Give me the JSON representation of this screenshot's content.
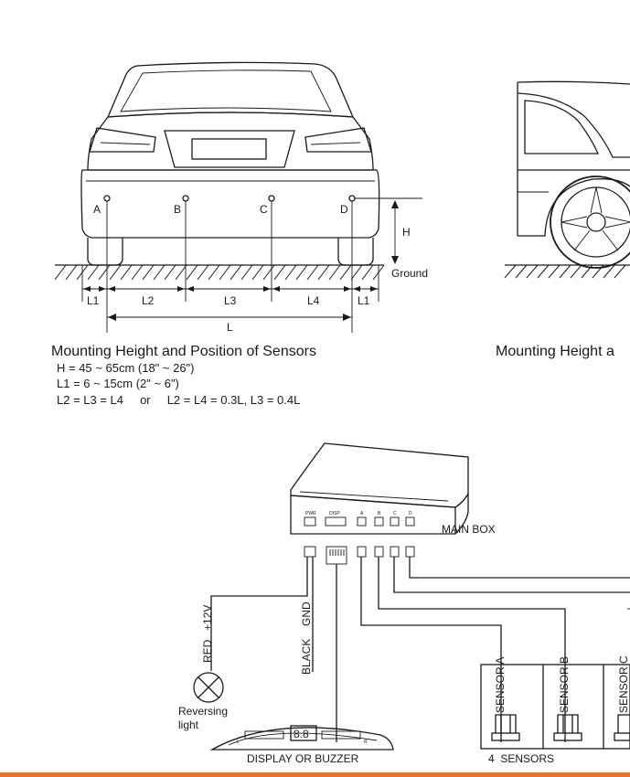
{
  "colors": {
    "line": "#1a1a1a",
    "accent_bar": "#e8772e",
    "background": "#ffffff"
  },
  "rear_view": {
    "sensor_labels": [
      "A",
      "B",
      "C",
      "D"
    ],
    "height_label": "H",
    "ground_label": "Ground",
    "dim_labels": {
      "l1_left": "L1",
      "l2": "L2",
      "l3": "L3",
      "l4": "L4",
      "l1_right": "L1",
      "total": "L"
    },
    "caption": "Mounting Height and Position of Sensors",
    "spec_lines": [
      "H  = 45 ~ 65cm (18\" ~ 26\")",
      "L1 =  6 ~ 15cm (2\" ~ 6\")",
      "L2 = L3 = L4     or     L2 = L4 = 0.3L, L3 = 0.4L"
    ]
  },
  "side_view": {
    "caption": "Mounting Height a"
  },
  "wiring": {
    "main_box_label": "MAIN BOX",
    "port_labels": [
      "PWR",
      "DISP",
      "A",
      "B",
      "C",
      "D"
    ],
    "wire_labels": {
      "red": "RED",
      "plus12": "+12V",
      "black": "BLACK",
      "gnd": "GND"
    },
    "lamp_label_1": "Reversing",
    "lamp_label_2": "light",
    "display_label": "DISPLAY OR BUZZER",
    "display_left": "L",
    "display_right": "R",
    "display_digits": "8.8",
    "sensor_labels": [
      "SENSOR A",
      "SENSOR B",
      "SENSOR C"
    ],
    "sensors_caption": "4  SENSORS"
  }
}
